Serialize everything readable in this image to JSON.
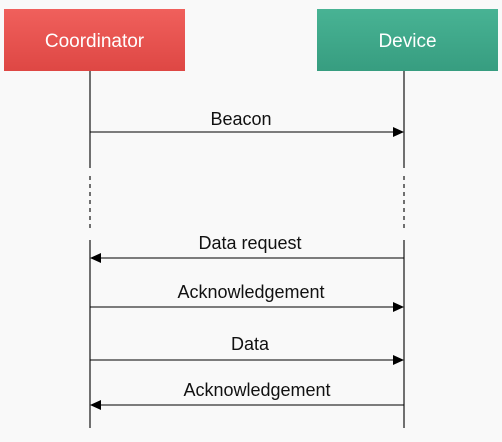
{
  "participants": {
    "coordinator": {
      "label": "Coordinator",
      "color": "#e8524f"
    },
    "device": {
      "label": "Device",
      "color": "#3fa88a"
    }
  },
  "messages": [
    {
      "label": "Beacon",
      "from": "coordinator",
      "to": "device"
    },
    {
      "label": "Data request",
      "from": "device",
      "to": "coordinator"
    },
    {
      "label": "Acknowledgement",
      "from": "coordinator",
      "to": "device"
    },
    {
      "label": "Data",
      "from": "coordinator",
      "to": "device"
    },
    {
      "label": "Acknowledgement",
      "from": "device",
      "to": "coordinator"
    }
  ]
}
